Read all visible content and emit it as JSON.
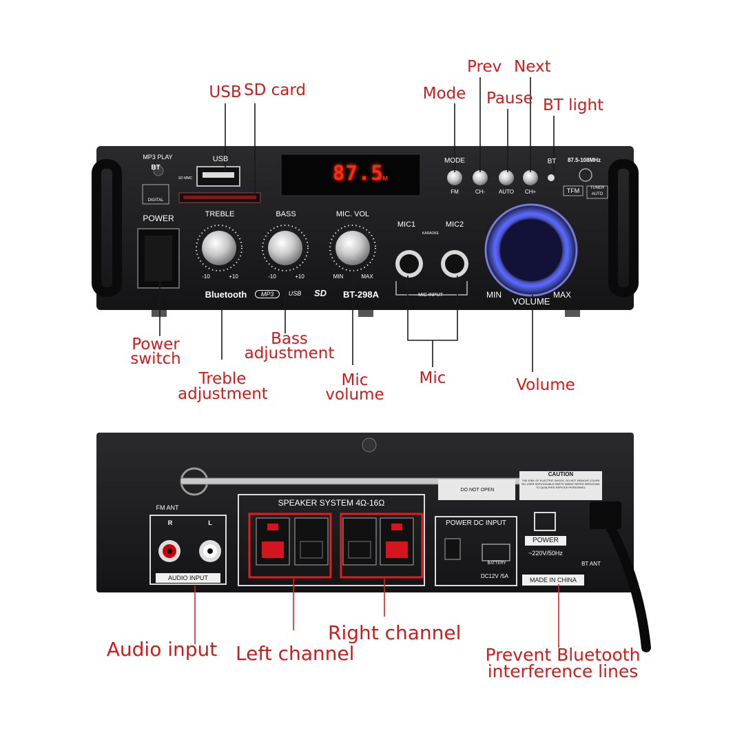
{
  "front_callouts": {
    "usb": "USB",
    "sd_card": "SD card",
    "mode": "Mode",
    "prev": "Prev",
    "next": "Next",
    "pause": "Pause",
    "bt_light": "BT light",
    "power_switch_1": "Power",
    "power_switch_2": "switch",
    "treble_1": "Treble",
    "treble_2": "adjustment",
    "bass_1": "Bass",
    "bass_2": "adjustment",
    "mic_volume_1": "Mic",
    "mic_volume_2": "volume",
    "mic": "Mic",
    "volume": "Volume"
  },
  "front_panel": {
    "mp3_play": "MP3 PLAY",
    "bt": "BT",
    "digital": "DIGITAL",
    "usb_port": "USB",
    "sd_mmc": "SD MMC",
    "display_value": "87.5",
    "display_unit": "FM",
    "mode": "MODE",
    "bt_button": "BT",
    "freq_range": "87.5-108MHz",
    "fm_sub": "FM",
    "ch_minus": "CH-",
    "auto": "AUTO",
    "ch_plus": "CH+",
    "tfm": "TFM",
    "tuner": "TUNER",
    "tuner_auto": "AUTO",
    "power": "POWER",
    "treble": "TREBLE",
    "bass": "BASS",
    "mic_vol": "MIC. VOL",
    "knob_min_label": "-10",
    "knob_max_label": "+10",
    "mic_min": "MIN",
    "mic_max": "MAX",
    "mic1": "MIC1",
    "mic2": "MIC2",
    "karaoke": "KARAOKE",
    "mic_input": "MIC INPUT",
    "bluetooth": "Bluetooth",
    "mp3_logo": "MP3",
    "usb_logo": "USB",
    "sd_logo": "SD",
    "model": "BT-298A",
    "vol_min": "MIN",
    "vol_max": "MAX",
    "volume": "VOLUME"
  },
  "back_panel": {
    "fm_ant": "FM ANT",
    "r": "R",
    "l": "L",
    "audio_input": "AUDIO INPUT",
    "speaker_system": "SPEAKER SYSTEM 4Ω-16Ω",
    "do_not_open": "DO NOT OPEN",
    "caution": "CAUTION",
    "caution_text": "THE RISK OF ELECTRIC SHOCK, DO NOT REMOVE COVER NO USER SERVICEABLE PARTS INSIDE REFER SERVICING TO QUALIFIED SERVICE PERSONNEL",
    "power_dc_input": "POWER DC INPUT",
    "battery": "BATTERY",
    "dc_spec": "DC12V /5A",
    "power": "POWER",
    "ac_spec": "~220V/50Hz",
    "bt_ant": "BT ANT",
    "made_in": "MADE IN CHINA"
  },
  "back_callouts": {
    "audio_input": "Audio input",
    "left_channel": "Left channel",
    "right_channel": "Right channel",
    "prevent_1": "Prevent Bluetooth",
    "prevent_2": "interference lines"
  },
  "colors": {
    "callout_red": "#d21a1a",
    "chassis": "#1b1b1d",
    "display_red": "#ff2a10",
    "volume_ring": "#5a6bff"
  }
}
